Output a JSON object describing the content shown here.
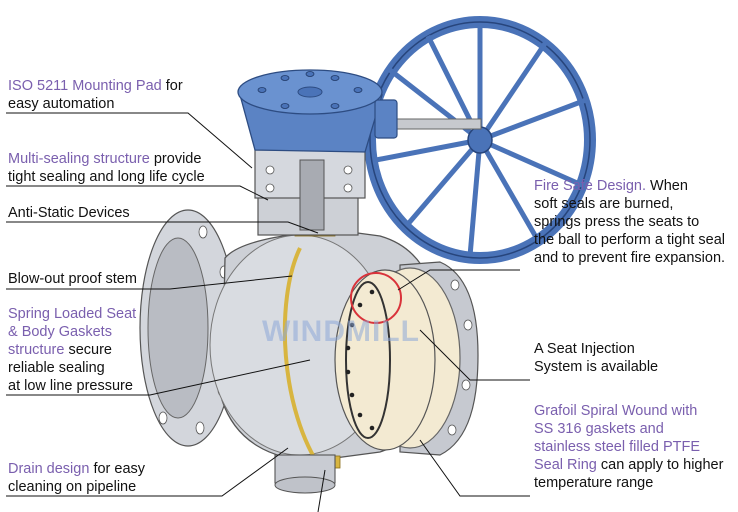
{
  "watermark": "WINDMILL",
  "colors": {
    "highlight_text": "#7a5fae",
    "actuator_blue": "#5b83c4",
    "handwheel_blue": "#4a73b8",
    "body_silver": "#c9ccd3",
    "ball_cream": "#f3ead2",
    "seal_gold": "#d8b540",
    "fire_circle": "#d9333a"
  },
  "labels": [
    {
      "name": "iso-mounting-pad",
      "highlight": "ISO 5211 Mounting Pad",
      "text1": " for",
      "line2": "easy automation"
    },
    {
      "name": "multi-sealing",
      "highlight": "Multi-sealing structure",
      "text1": " provide",
      "line2": "tight sealing and long life cycle"
    },
    {
      "name": "anti-static",
      "text": "Anti-Static Devices"
    },
    {
      "name": "blow-out-stem",
      "text": "Blow-out proof stem"
    },
    {
      "name": "spring-loaded-seat",
      "hl1": "Spring Loaded Seat",
      "hl2": "& Body Gaskets",
      "hl3": "structure",
      "t3": " secure",
      "l4": "reliable sealing",
      "l5": "at low line pressure"
    },
    {
      "name": "drain-design",
      "highlight": "Drain design",
      "text1": " for easy",
      "line2": "cleaning on pipeline"
    },
    {
      "name": "fire-safe",
      "highlight": "Fire Safe Design.",
      "text1": " When",
      "line2": "soft seals are burned,",
      "line3": "springs  press the seats to",
      "line4": "the ball to perform a tight seal",
      "line5": "and to prevent fire expansion."
    },
    {
      "name": "seat-injection",
      "line1": "A Seat Injection",
      "line2": "System is available"
    },
    {
      "name": "grafoil",
      "hl1": "Grafoil Spiral Wound with",
      "hl2": "SS 316 gaskets and",
      "hl3": "stainless steel filled PTFE",
      "hl4": "Seal Ring",
      "t4": " can apply to higher",
      "l5": "temperature range"
    }
  ]
}
